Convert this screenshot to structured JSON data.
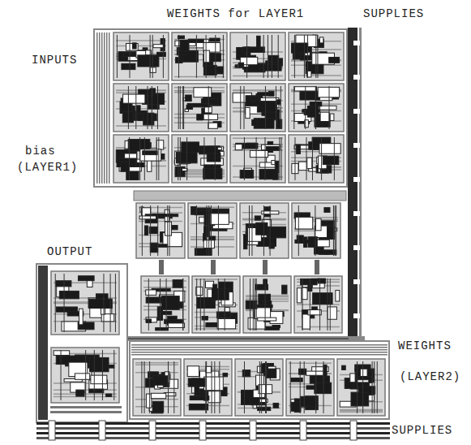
{
  "diagram": {
    "labels": [
      "WEIGHTS for LAYER1",
      "SUPPLIES",
      "INPUTS",
      "bias",
      "(LAYER1)",
      "OUTPUT",
      "WEIGHTS",
      "(LAYER2)",
      "SUPPLIES"
    ]
  }
}
